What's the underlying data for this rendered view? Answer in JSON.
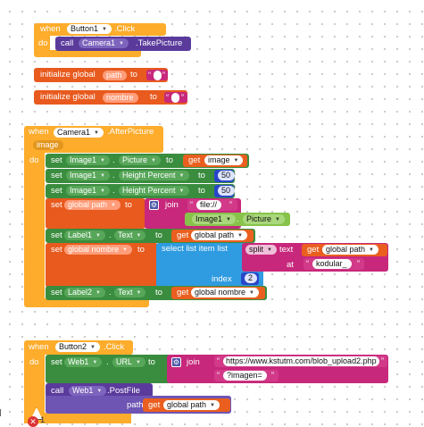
{
  "common": {
    "when": "when",
    "do": "do",
    "call": "call",
    "set": "set",
    "to": "to",
    "get": "get",
    "dot": ".",
    "initialize_global": "initialize global",
    "join": "join",
    "quote_open": "“",
    "quote_close": "”"
  },
  "block1": {
    "component": "Button1",
    "event": ".Click",
    "call_component": "Camera1",
    "method": ".TakePicture"
  },
  "globals": {
    "path_name": "path",
    "nombre_name": "nombre"
  },
  "block2": {
    "component": "Camera1",
    "event": ".AfterPicture",
    "param": "image",
    "rows": {
      "r1": {
        "component": "Image1",
        "property": "Picture",
        "get": "image"
      },
      "r2": {
        "component": "Image1",
        "property": "Height Percent",
        "value": "50"
      },
      "r3": {
        "component": "Image1",
        "property": "Height Percent",
        "value": "50"
      },
      "r4": {
        "target": "global path",
        "text": "file://",
        "component": "Image1",
        "property": "Picture"
      },
      "r5": {
        "component": "Label1",
        "property": "Text",
        "get": "global path"
      },
      "r6": {
        "target": "global nombre",
        "select": "select list item  list",
        "split": "split",
        "text_label": "text",
        "get": "global path",
        "at_label": "at",
        "at_value": "kodular_",
        "index_label": "index",
        "index_value": "2"
      },
      "r7": {
        "component": "Label2",
        "property": "Text",
        "get": "global nombre"
      }
    }
  },
  "block3": {
    "component": "Button2",
    "event": ".Click",
    "set_component": "Web1",
    "property": "URL",
    "url": "https://www.kstutm.com/blob_upload2.php",
    "query": "?imagen=",
    "call_component": "Web1",
    "method": ".PostFile",
    "path_label": "path",
    "get": "global path"
  },
  "workspace": {
    "error_count": "1",
    "colors": {
      "event": "#fdac2b",
      "component_method": "#5a3b9c",
      "variable": "#e85a1e",
      "text": "#c7287b",
      "setter": "#3a8d3e",
      "getter_property": "#87c34a",
      "list": "#2f9be0",
      "math": "#2845c9",
      "error": "#dd3333"
    }
  }
}
